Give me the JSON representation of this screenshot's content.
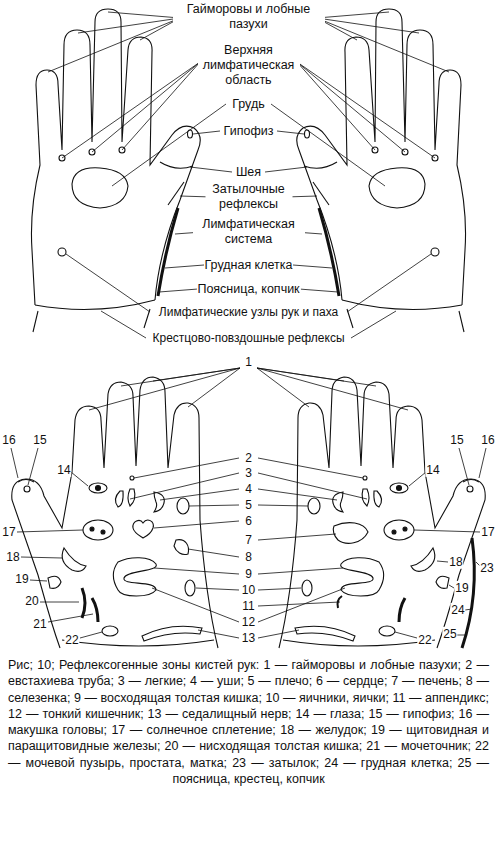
{
  "diagram": {
    "caption": "Рис; 10; Рефлексогенные зоны кистей рук: 1 — гайморовы и лобные пазухи; 2 — евстахиева труба; 3 — легкие; 4 — уши; 5 — плечо; 6 — сердце; 7 — печень; 8 — селезенка; 9 — восходящая толстая кишка; 10 — яичники, яички; 11 — аппендикс; 12 — тонкий кишечник; 13 — седалищный нерв; 14 — глаза; 15 — гипофиз; 16 — макушка головы; 17 — солнечное сплетение; 18 — желудок; 19 — щитовидная и паращитовидные железы; 20 — нисходящая толстая кишка; 21 — мочеточник; 22 — мочевой пузырь, простата, матка; 23 — затылок; 24 — грудная клетка; 25 — поясница, крестец, копчик",
    "labels": [
      "Гайморовы и лобные пазухи",
      "Верхняя лимфатическая область",
      "Грудь",
      "Гипофиз",
      "Шея",
      "Затылочные рефлексы",
      "Лимфатическая система",
      "Грудная клетка",
      "Поясница, копчик",
      "Лимфатические узлы рук и паха",
      "Крестцово-повздошные рефлексы",
      "1",
      "16",
      "15",
      "14",
      "17",
      "18",
      "19",
      "20",
      "21",
      "22",
      "2",
      "3",
      "4",
      "5",
      "6",
      "7",
      "8",
      "9",
      "10",
      "11",
      "12",
      "13",
      "15",
      "16",
      "14",
      "17",
      "23",
      "18",
      "19",
      "24",
      "22",
      "25"
    ]
  }
}
